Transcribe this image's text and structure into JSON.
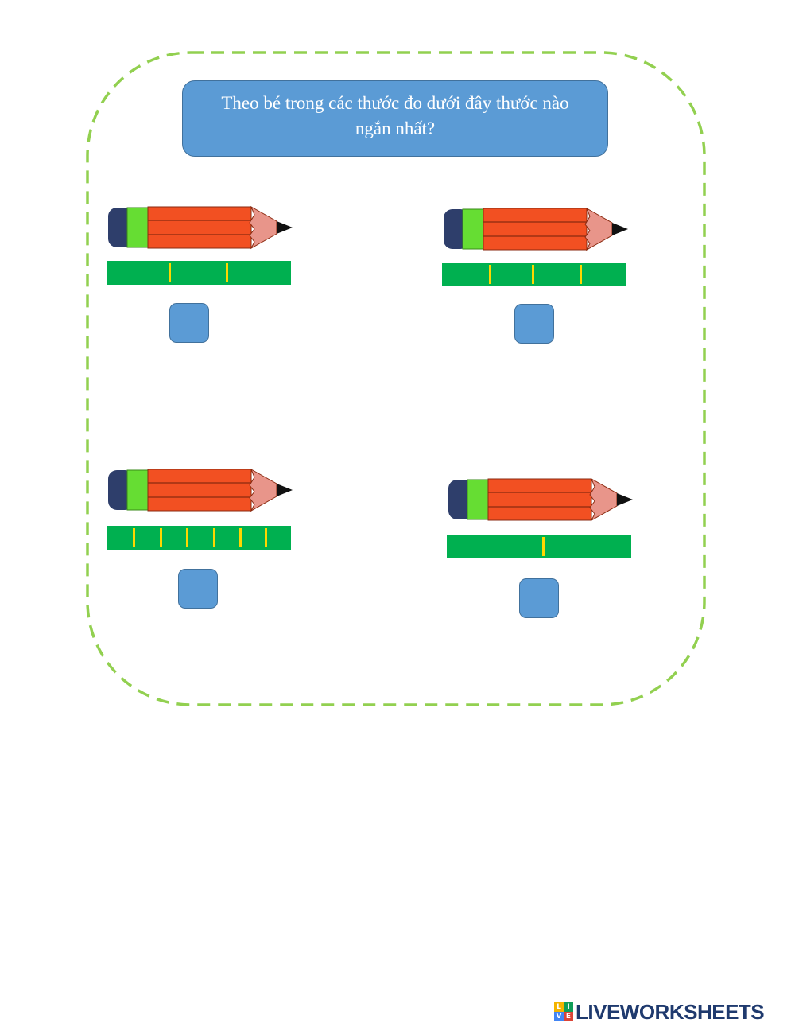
{
  "question": {
    "line1": "Theo bé trong các thước đo dưới đây thước nào",
    "line2": "ngắn nhất?"
  },
  "options": [
    {
      "id": "top-left",
      "ruler_ticks": 2
    },
    {
      "id": "top-right",
      "ruler_ticks": 3
    },
    {
      "id": "bottom-left",
      "ruler_ticks": 6
    },
    {
      "id": "bottom-right",
      "ruler_ticks": 1
    }
  ],
  "brand": {
    "icon_letters": [
      "L",
      "I",
      "V",
      "E"
    ],
    "name": "LIVEWORKSHEETS"
  },
  "colors": {
    "frame_dash": "#92d050",
    "question_bg": "#5b9bd5",
    "ruler": "#00b050",
    "tick": "#ffd700",
    "answer_box": "#5b9bd5",
    "pencil_body": "#f25022",
    "pencil_band": "#66dd33",
    "pencil_eraser": "#2e3e6b",
    "pencil_wood": "#e8958a",
    "brand_text": "#1f3a6e"
  }
}
